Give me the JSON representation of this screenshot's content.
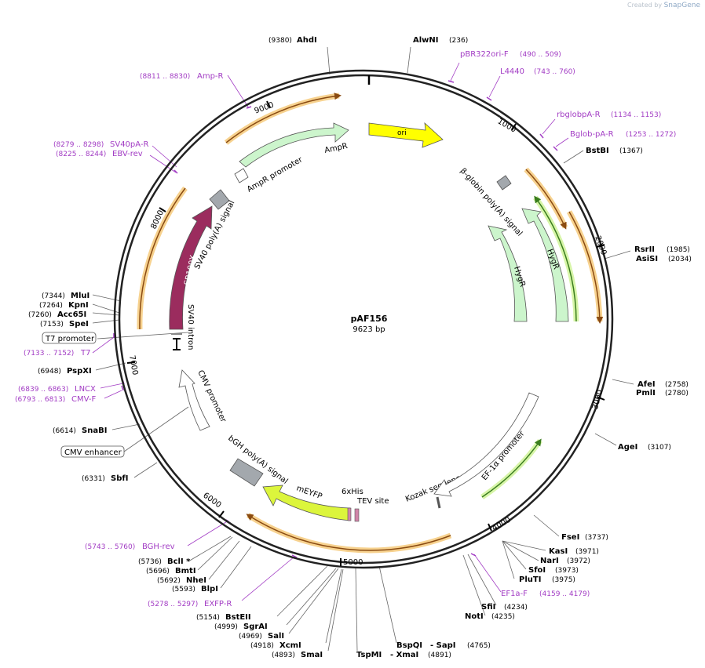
{
  "credit": {
    "created_by": "Created by",
    "brand": "SnapGene"
  },
  "plasmid": {
    "name": "pAF156",
    "size": "9623 bp"
  },
  "ticks": [
    "1000",
    "2000",
    "3000",
    "4000",
    "5000",
    "6000",
    "7000",
    "8000",
    "9000"
  ],
  "features": {
    "ori": "ori",
    "ampr": "AmpR",
    "ampr_promoter": "AmpR promoter",
    "sv40_polya": "SV40 poly(A) signal",
    "sb100x": "SB100X",
    "sv40_intron": "SV40 intron",
    "cmv_promoter": "CMV promoter",
    "bgh_polya": "bGH poly(A) signal",
    "meyfp": "mEYFP",
    "his": "6xHis",
    "tev": "TEV site",
    "kozak": "Kozak sequence",
    "ef1a": "EF-1α promoter",
    "hygr1": "HygR",
    "hygr2": "HygR",
    "bglobin": "β-globin poly(A) signal",
    "t7_promoter": "T7 promoter",
    "cmv_enhancer": "CMV enhancer"
  },
  "sites": {
    "ahdi": {
      "name": "AhdI",
      "pos": "(9380)"
    },
    "alwni": {
      "name": "AlwNI",
      "pos": "(236)"
    },
    "bstbi": {
      "name": "BstBI",
      "pos": "(1367)"
    },
    "rsrii": {
      "name": "RsrII",
      "pos": "(1985)"
    },
    "asisi": {
      "name": "AsiSI",
      "pos": "(2034)"
    },
    "afei": {
      "name": "AfeI",
      "pos": "(2758)"
    },
    "pmli": {
      "name": "PmlI",
      "pos": "(2780)"
    },
    "agei": {
      "name": "AgeI",
      "pos": "(3107)"
    },
    "fsei": {
      "name": "FseI",
      "pos": "(3737)"
    },
    "kasi": {
      "name": "KasI",
      "pos": "(3971)"
    },
    "nari": {
      "name": "NarI",
      "pos": "(3972)"
    },
    "sfoi": {
      "name": "SfoI",
      "pos": "(3973)"
    },
    "pluti": {
      "name": "PluTI",
      "pos": "(3975)"
    },
    "sfii": {
      "name": "SfiI",
      "pos": "(4234)"
    },
    "noti": {
      "name": "NotI",
      "pos": "(4235)"
    },
    "bspqi": {
      "name": "BspQI",
      "pos": ""
    },
    "sapi": {
      "name": "- SapI",
      "pos": "(4765)"
    },
    "tspmi": {
      "name": "TspMI",
      "pos": ""
    },
    "xmai": {
      "name": "- XmaI",
      "pos": "(4891)"
    },
    "smai": {
      "name": "SmaI",
      "pos": "(4893)"
    },
    "xcmi": {
      "name": "XcmI",
      "pos": "(4918)"
    },
    "sali": {
      "name": "SalI",
      "pos": "(4969)"
    },
    "sgrai": {
      "name": "SgrAI",
      "pos": "(4999)"
    },
    "bsteii": {
      "name": "BstEII",
      "pos": "(5154)"
    },
    "blpi": {
      "name": "BlpI",
      "pos": "(5593)"
    },
    "nhei": {
      "name": "NheI",
      "pos": "(5692)"
    },
    "bmti": {
      "name": "BmtI",
      "pos": "(5696)"
    },
    "bcli": {
      "name": "BclI *",
      "pos": "(5736)"
    },
    "sbfi": {
      "name": "SbfI",
      "pos": "(6331)"
    },
    "snabi": {
      "name": "SnaBI",
      "pos": "(6614)"
    },
    "pspxi": {
      "name": "PspXI",
      "pos": "(6948)"
    },
    "spei": {
      "name": "SpeI",
      "pos": "(7153)"
    },
    "acc65i": {
      "name": "Acc65I",
      "pos": "(7260)"
    },
    "kpni": {
      "name": "KpnI",
      "pos": "(7264)"
    },
    "mlui": {
      "name": "MluI",
      "pos": "(7344)"
    }
  },
  "primers": {
    "pbr322ori": {
      "name": "pBR322ori-F",
      "range": "(490 .. 509)"
    },
    "l4440": {
      "name": "L4440",
      "range": "(743 .. 760)"
    },
    "rbglobpa": {
      "name": "rbglobpA-R",
      "range": "(1134 .. 1153)"
    },
    "bglobpa": {
      "name": "Bglob-pA-R",
      "range": "(1253 .. 1272)"
    },
    "ef1af": {
      "name": "EF1a-F",
      "range": "(4159 .. 4179)"
    },
    "exfpr": {
      "name": "EXFP-R",
      "range": "(5278 .. 5297)"
    },
    "bghrev": {
      "name": "BGH-rev",
      "range": "(5743 .. 5760)"
    },
    "cmvf": {
      "name": "CMV-F",
      "range": "(6793 .. 6813)"
    },
    "lncx": {
      "name": "LNCX",
      "range": "(6839 .. 6863)"
    },
    "t7": {
      "name": "T7",
      "range": "(7133 .. 7152)"
    },
    "ebvrev": {
      "name": "EBV-rev",
      "range": "(8225 .. 8244)"
    },
    "sv40par": {
      "name": "SV40pA-R",
      "range": "(8279 .. 8298)"
    },
    "ampr": {
      "name": "Amp-R",
      "range": "(8811 .. 8830)"
    }
  },
  "colors": {
    "backbone": "#222222",
    "ori": "#ffff00",
    "resistance": "#ccf5cc",
    "sb100x": "#9b2c5e",
    "meyfp": "#dcf53c",
    "terminator": "#a3a8ad",
    "primer": "#a23cc4",
    "orf_highlight": "#f7d28f",
    "orf_dark": "#8a4b12"
  }
}
